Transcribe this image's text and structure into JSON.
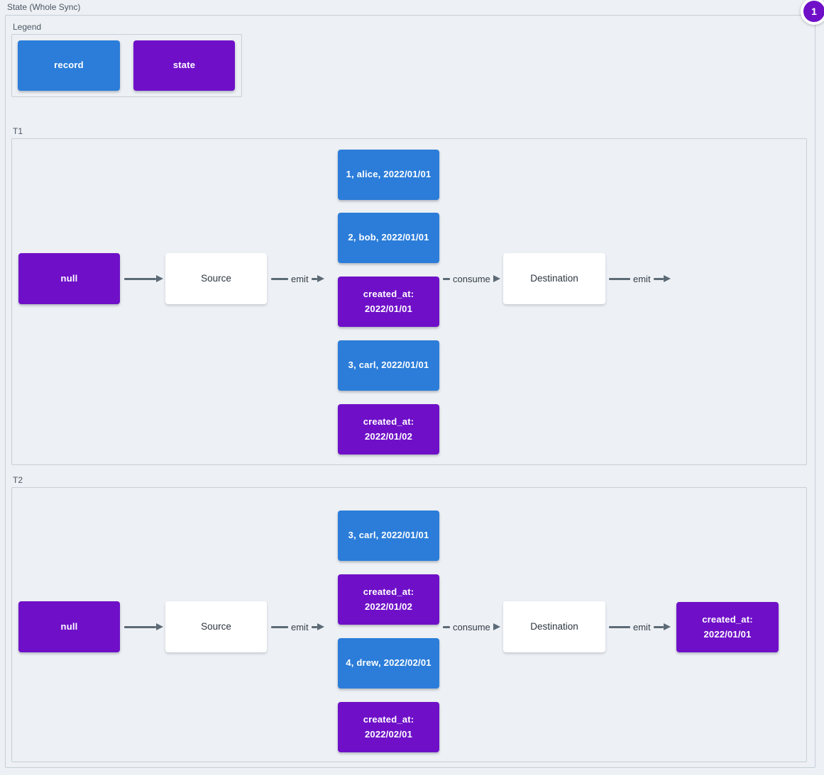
{
  "title": "State (Whole Sync)",
  "badge": {
    "value": "1"
  },
  "legend": {
    "title": "Legend",
    "items": [
      {
        "kind": "record",
        "label": "record"
      },
      {
        "kind": "state",
        "label": "state"
      }
    ]
  },
  "colors": {
    "record_blue": "#2b7dd9",
    "state_purple": "#6f10c8",
    "background": "#edf0f4",
    "arrow": "#5c6a76"
  },
  "sections": [
    {
      "label": "T1",
      "initial_state": "null",
      "source_label": "Source",
      "emit_label": "emit",
      "consume_label": "consume",
      "destination_label": "Destination",
      "emit_out_label": "emit",
      "stream": [
        {
          "kind": "record",
          "label": "1, alice, 2022/01/01"
        },
        {
          "kind": "record",
          "label": "2, bob, 2022/01/01"
        },
        {
          "kind": "state",
          "label": "created_at:\n2022/01/01"
        },
        {
          "kind": "record",
          "label": "3, carl, 2022/01/01"
        },
        {
          "kind": "state",
          "label": "created_at:\n2022/01/02"
        }
      ]
    },
    {
      "label": "T2",
      "initial_state": "null",
      "source_label": "Source",
      "emit_label": "emit",
      "consume_label": "consume",
      "destination_label": "Destination",
      "emit_out_label": "emit",
      "stream": [
        {
          "kind": "record",
          "label": "3, carl, 2022/01/01"
        },
        {
          "kind": "state",
          "label": "created_at:\n2022/01/02"
        },
        {
          "kind": "record",
          "label": "4, drew, 2022/02/01"
        },
        {
          "kind": "state",
          "label": "created_at:\n2022/02/01"
        }
      ],
      "output_state": {
        "kind": "state",
        "label": "created_at:\n2022/01/01"
      }
    }
  ]
}
